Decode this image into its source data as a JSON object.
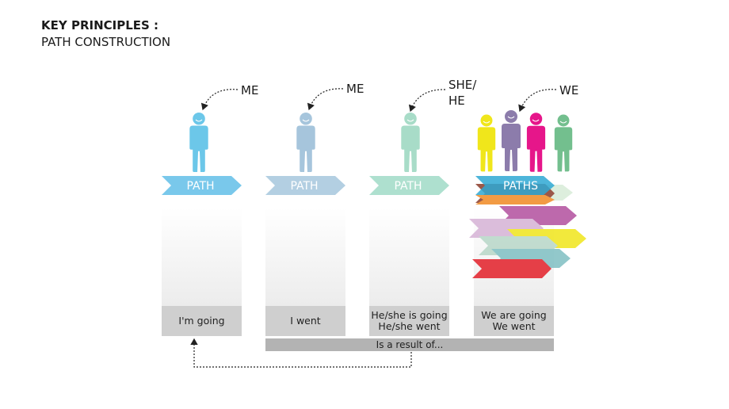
{
  "title": {
    "line1": "KEY PRINCIPLES :",
    "line2": "PATH CONSTRUCTION"
  },
  "pronouns": {
    "me1": "ME",
    "me2": "ME",
    "she_he": "SHE/\nHE",
    "we": "WE"
  },
  "paths": {
    "p1": "PATH",
    "p2": "PATH",
    "p3": "PATH",
    "p4": "PATHS"
  },
  "boxes": {
    "b1": "I'm going",
    "b2": "I went",
    "b3": "He/she is going\nHe/she went",
    "b4": "We are going\nWe went"
  },
  "result": "Is a result of...",
  "colors": {
    "figure1": "#6cc7e9",
    "figure2": "#a6c5dc",
    "figure3": "#a8dcc8",
    "path1": "#79c8eb",
    "path2": "#b3cfe2",
    "path3": "#aee0cf",
    "we_yellow": "#f0e61b",
    "we_purple": "#8c7cab",
    "we_pink": "#e6168a",
    "we_green": "#73bf8e",
    "red": "#e3202a",
    "orange": "#f08a24",
    "magenta": "#b2509e",
    "teal": "#7fbfc3"
  }
}
